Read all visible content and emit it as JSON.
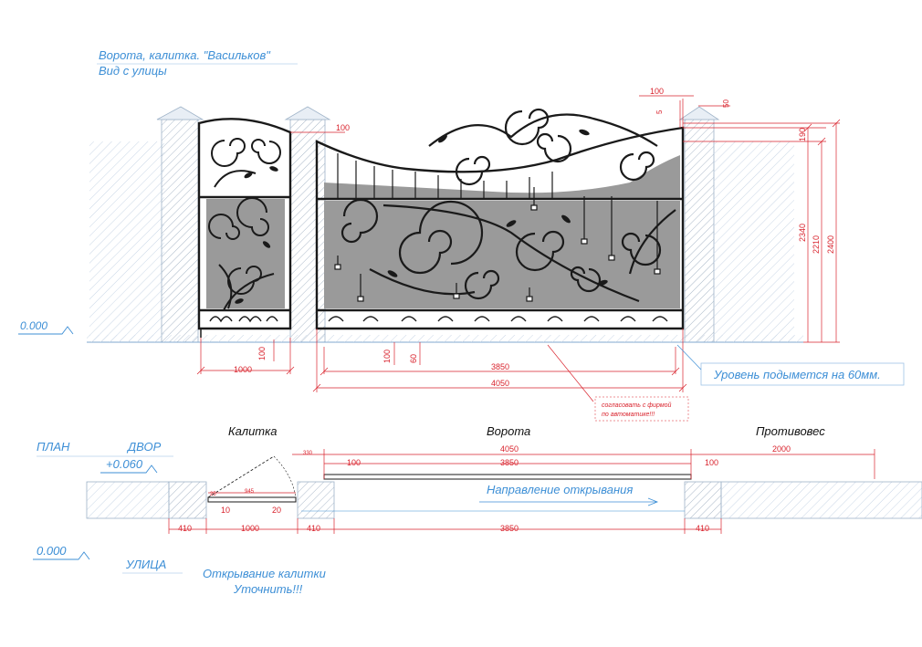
{
  "title": {
    "line1": "Ворота, калитка. \"Васильков\"",
    "line2": "Вид с улицы"
  },
  "elevation": {
    "level": "0.000",
    "dims_top": {
      "d100": "100",
      "d5": "5",
      "d50": "50",
      "d100_gate": "100"
    },
    "dims_right": {
      "d190": "190",
      "d2340": "2340",
      "d2210": "2210",
      "d2400": "2400"
    },
    "dims_bottom": {
      "wicket_width": "1000",
      "wicket_gap": "100",
      "gap100": "100",
      "gap60": "60",
      "gate_clear": "3850",
      "gate_total": "4050"
    },
    "note_level": "Уровень подымется на 60мм.",
    "note_automation": [
      "согласовать с фирмой",
      "по автоматике!!!"
    ]
  },
  "plan": {
    "labels": {
      "plan": "ПЛАН",
      "yard": "ДВОР",
      "yard_level": "+0.060",
      "street_level": "0.000",
      "street": "УЛИЦА",
      "wicket": "Калитка",
      "gate": "Ворота",
      "counterweight": "Противовес",
      "direction": "Направление открывания",
      "wicket_opening": [
        "Открывание калитки",
        "Уточнить!!!"
      ]
    },
    "dims": {
      "d330": "330",
      "d4050": "4050",
      "d3850_top": "3850",
      "d100_left": "100",
      "d100_right": "100",
      "d2000": "2000",
      "d945": "945",
      "d25": "25",
      "d10": "10",
      "d20": "20",
      "d410_a": "410",
      "d1000": "1000",
      "d410_b": "410",
      "d3850_bottom": "3850",
      "d410_c": "410"
    }
  },
  "colors": {
    "dimension": "#d9232d",
    "annotation": "#3d8fd6",
    "metal": "#1a1a1a",
    "panel": "#9a9a9a"
  }
}
